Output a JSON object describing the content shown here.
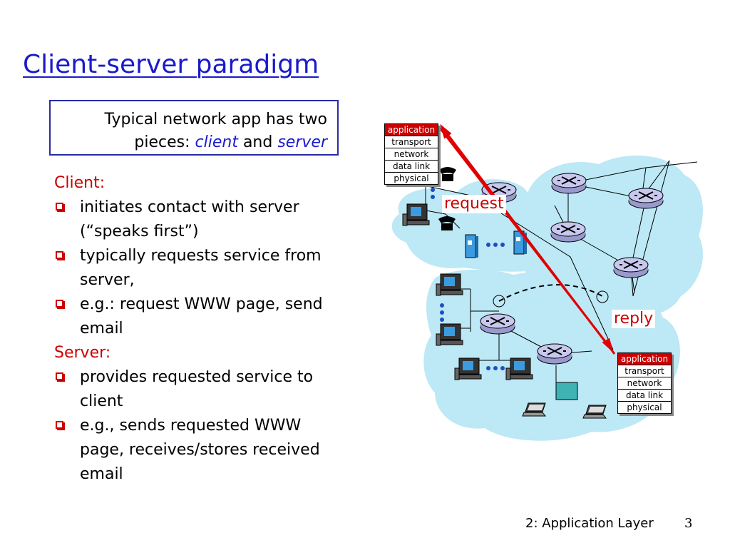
{
  "slide": {
    "title": "Client-server paradigm",
    "callout": {
      "line1": "Typical network app has two",
      "line2_prefix": "pieces:",
      "client_word": "client",
      "and_word": "and",
      "server_word": "server"
    },
    "client_heading": "Client:",
    "client_bullets": [
      {
        "line1": "initiates contact with server",
        "line2": "(“speaks first”)"
      },
      {
        "line1": "typically requests service from",
        "line2": "server,"
      },
      {
        "line1": "e.g.: request WWW page, send",
        "line2": "email"
      }
    ],
    "server_heading": "Server:",
    "server_bullets": [
      {
        "line1": "provides requested service to",
        "line2": "client"
      },
      {
        "line1": "e.g., sends requested WWW",
        "line2": "page, receives/stores received",
        "line3": "email"
      }
    ],
    "footer": "2: Application Layer",
    "page_number": "3"
  },
  "diagram": {
    "client_stack": [
      "application",
      "transport",
      "network",
      "data link",
      "physical"
    ],
    "server_stack": [
      "application",
      "transport",
      "network",
      "data link",
      "physical"
    ],
    "request_label": "request",
    "reply_label": "reply",
    "icons": [
      "router-icon",
      "desktop-computer-icon",
      "telephone-icon",
      "server-tower-icon",
      "laptop-icon",
      "wireless-access-point-icon",
      "satellite-dish-icon"
    ],
    "colors": {
      "cloud": "#bde8f5",
      "router": "#c8c8ee",
      "arrow": "#e00000",
      "stack_header": "#cc0000",
      "title": "#1a1acc"
    }
  }
}
